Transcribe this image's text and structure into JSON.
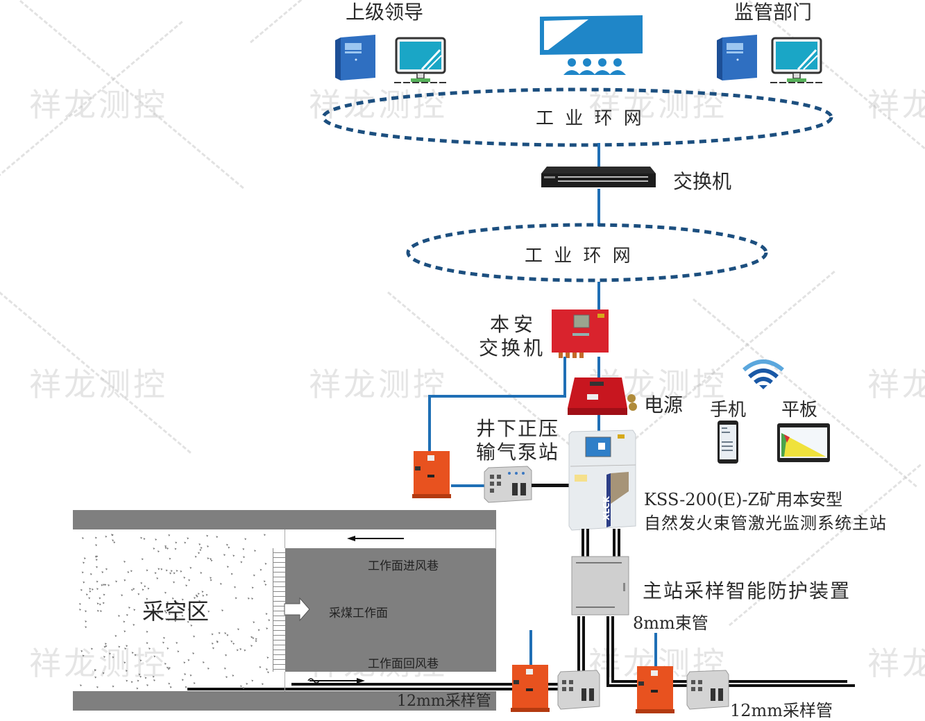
{
  "watermark": "祥龙测控",
  "top": {
    "left_group_label": "上级领导",
    "right_group_label": "监管部门"
  },
  "network": {
    "ring_top_label": "工 业 环 网",
    "switch_label": "交换机",
    "ring_mid_label": "工 业 环 网"
  },
  "devices": {
    "is_switch_label_line1": "本安",
    "is_switch_label_line2": "交换机",
    "power_label": "电源",
    "pump_label_line1": "井下正压",
    "pump_label_line2": "输气泵站",
    "phone_label": "手机",
    "tablet_label": "平板",
    "main_station_line1": "KSS-200(E)-Z矿用本安型",
    "main_station_line2": "自然发火束管激光监测系统主站",
    "main_station_brand": "XLCK",
    "protection_label": "主站采样智能防护装置",
    "bundle_tube_label": "8mm束管",
    "sample_tube_label_left": "12mm采样管",
    "sample_tube_label_right": "12mm采样管"
  },
  "mine": {
    "goaf_label": "采空区",
    "intake_roadway_label": "工作面进风巷",
    "working_face_label": "采煤工作面",
    "return_roadway_label": "工作面回风巷"
  },
  "colors": {
    "network_blue": "#1f6fb5",
    "ring_dash": "#1c4f7f",
    "device_red": "#d9232d",
    "device_orange": "#e8521f",
    "roadway_gray": "#7f7f7f"
  }
}
